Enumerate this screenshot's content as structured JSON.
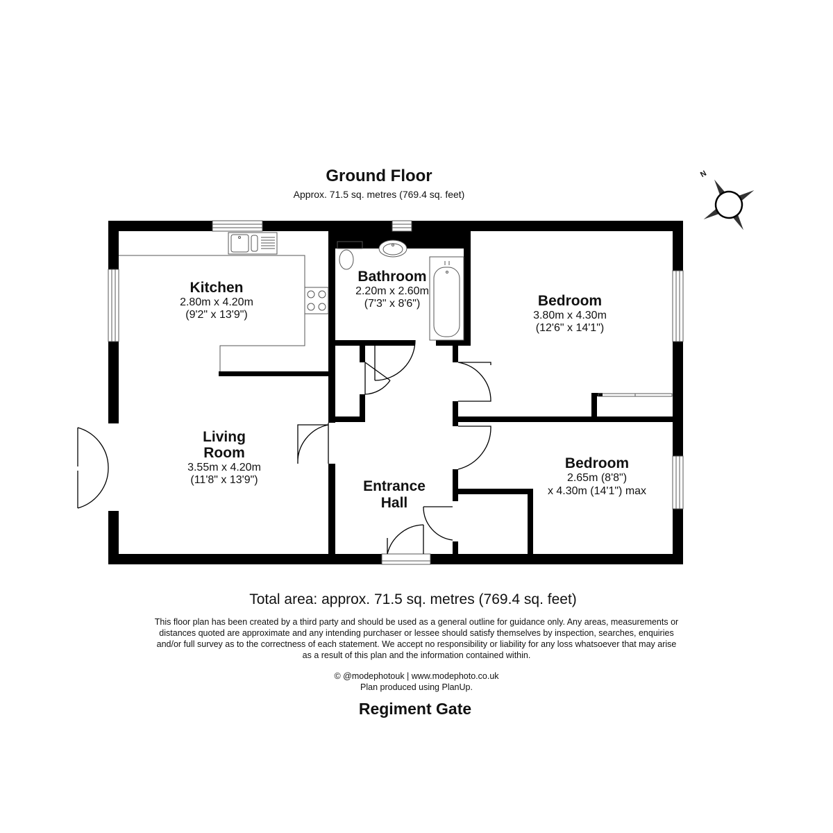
{
  "header": {
    "title": "Ground Floor",
    "area": "Approx. 71.5 sq. metres (769.4 sq. feet)"
  },
  "compass": {
    "label": "N",
    "icon": "compass-icon"
  },
  "rooms": {
    "kitchen": {
      "name": "Kitchen",
      "metric": "2.80m x 4.20m",
      "imperial": "(9'2\" x 13'9\")"
    },
    "bathroom": {
      "name": "Bathroom",
      "metric": "2.20m x 2.60m",
      "imperial": "(7'3\" x 8'6\")"
    },
    "bedroom1": {
      "name": "Bedroom",
      "metric": "3.80m x 4.30m",
      "imperial": "(12'6\" x 14'1\")"
    },
    "living": {
      "name_line1": "Living",
      "name_line2": "Room",
      "metric": "3.55m x 4.20m",
      "imperial": "(11'8\" x 13'9\")"
    },
    "hall": {
      "name_line1": "Entrance",
      "name_line2": "Hall"
    },
    "bedroom2": {
      "name": "Bedroom",
      "metric": "2.65m (8'8\")",
      "imperial": "x 4.30m (14'1\") max"
    }
  },
  "footer": {
    "total_area": "Total area: approx. 71.5 sq. metres (769.4 sq. feet)",
    "disclaimer": "This floor plan has been created by a third party and should be used as a general outline for guidance only. Any areas, measurements or distances quoted are approximate and any intending purchaser or lessee should satisfy themselves by inspection, searches, enquiries and/or full survey as to the correctness of each statement. We accept no responsibility or liability for any loss whatsoever that may arise as a result of this plan and the information contained within.",
    "credit_line1": "© @modephotouk | www.modephoto.co.uk",
    "credit_line2": "Plan produced using PlanUp.",
    "property_name": "Regiment Gate"
  },
  "colors": {
    "wall": "#000000",
    "background": "#ffffff",
    "fixture": "#555555"
  }
}
